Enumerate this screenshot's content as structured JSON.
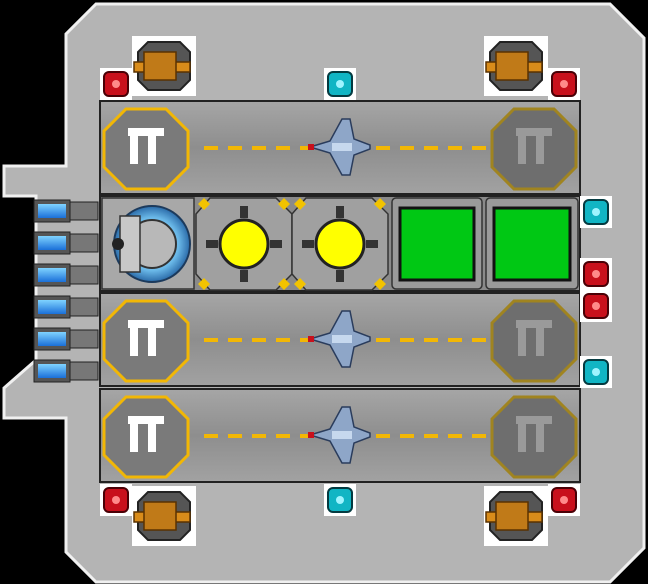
{
  "ship": {
    "hull_color": "#b4b4b4",
    "hull_outline": "#e6e6e6",
    "panel_color": "#8f8f8f",
    "runway_color": "#9e9e9e",
    "lane_marker_color": "#f2b705"
  },
  "hangars": [
    {
      "id": "top",
      "launch_pad_active": true,
      "exit_pad_active": false
    },
    {
      "id": "middle",
      "launch_pad_active": true,
      "exit_pad_active": false
    },
    {
      "id": "bottom",
      "launch_pad_active": true,
      "exit_pad_active": false
    }
  ],
  "modules": {
    "reactor": {
      "state": "idle"
    },
    "yellow_nodes": [
      {
        "id": "node-1",
        "color": "#ffff00"
      },
      {
        "id": "node-2",
        "color": "#ffff00"
      }
    ],
    "green_bays": [
      {
        "id": "bay-1",
        "color": "#00c814"
      },
      {
        "id": "bay-2",
        "color": "#00c814"
      }
    ],
    "thrusters": 6
  },
  "indicators": {
    "red": "#c8101c",
    "cyan": "#11b5c4"
  },
  "icons": {
    "pad": "hangar-pad-icon",
    "ship": "fighter-ship-icon",
    "turret": "turret-icon"
  }
}
